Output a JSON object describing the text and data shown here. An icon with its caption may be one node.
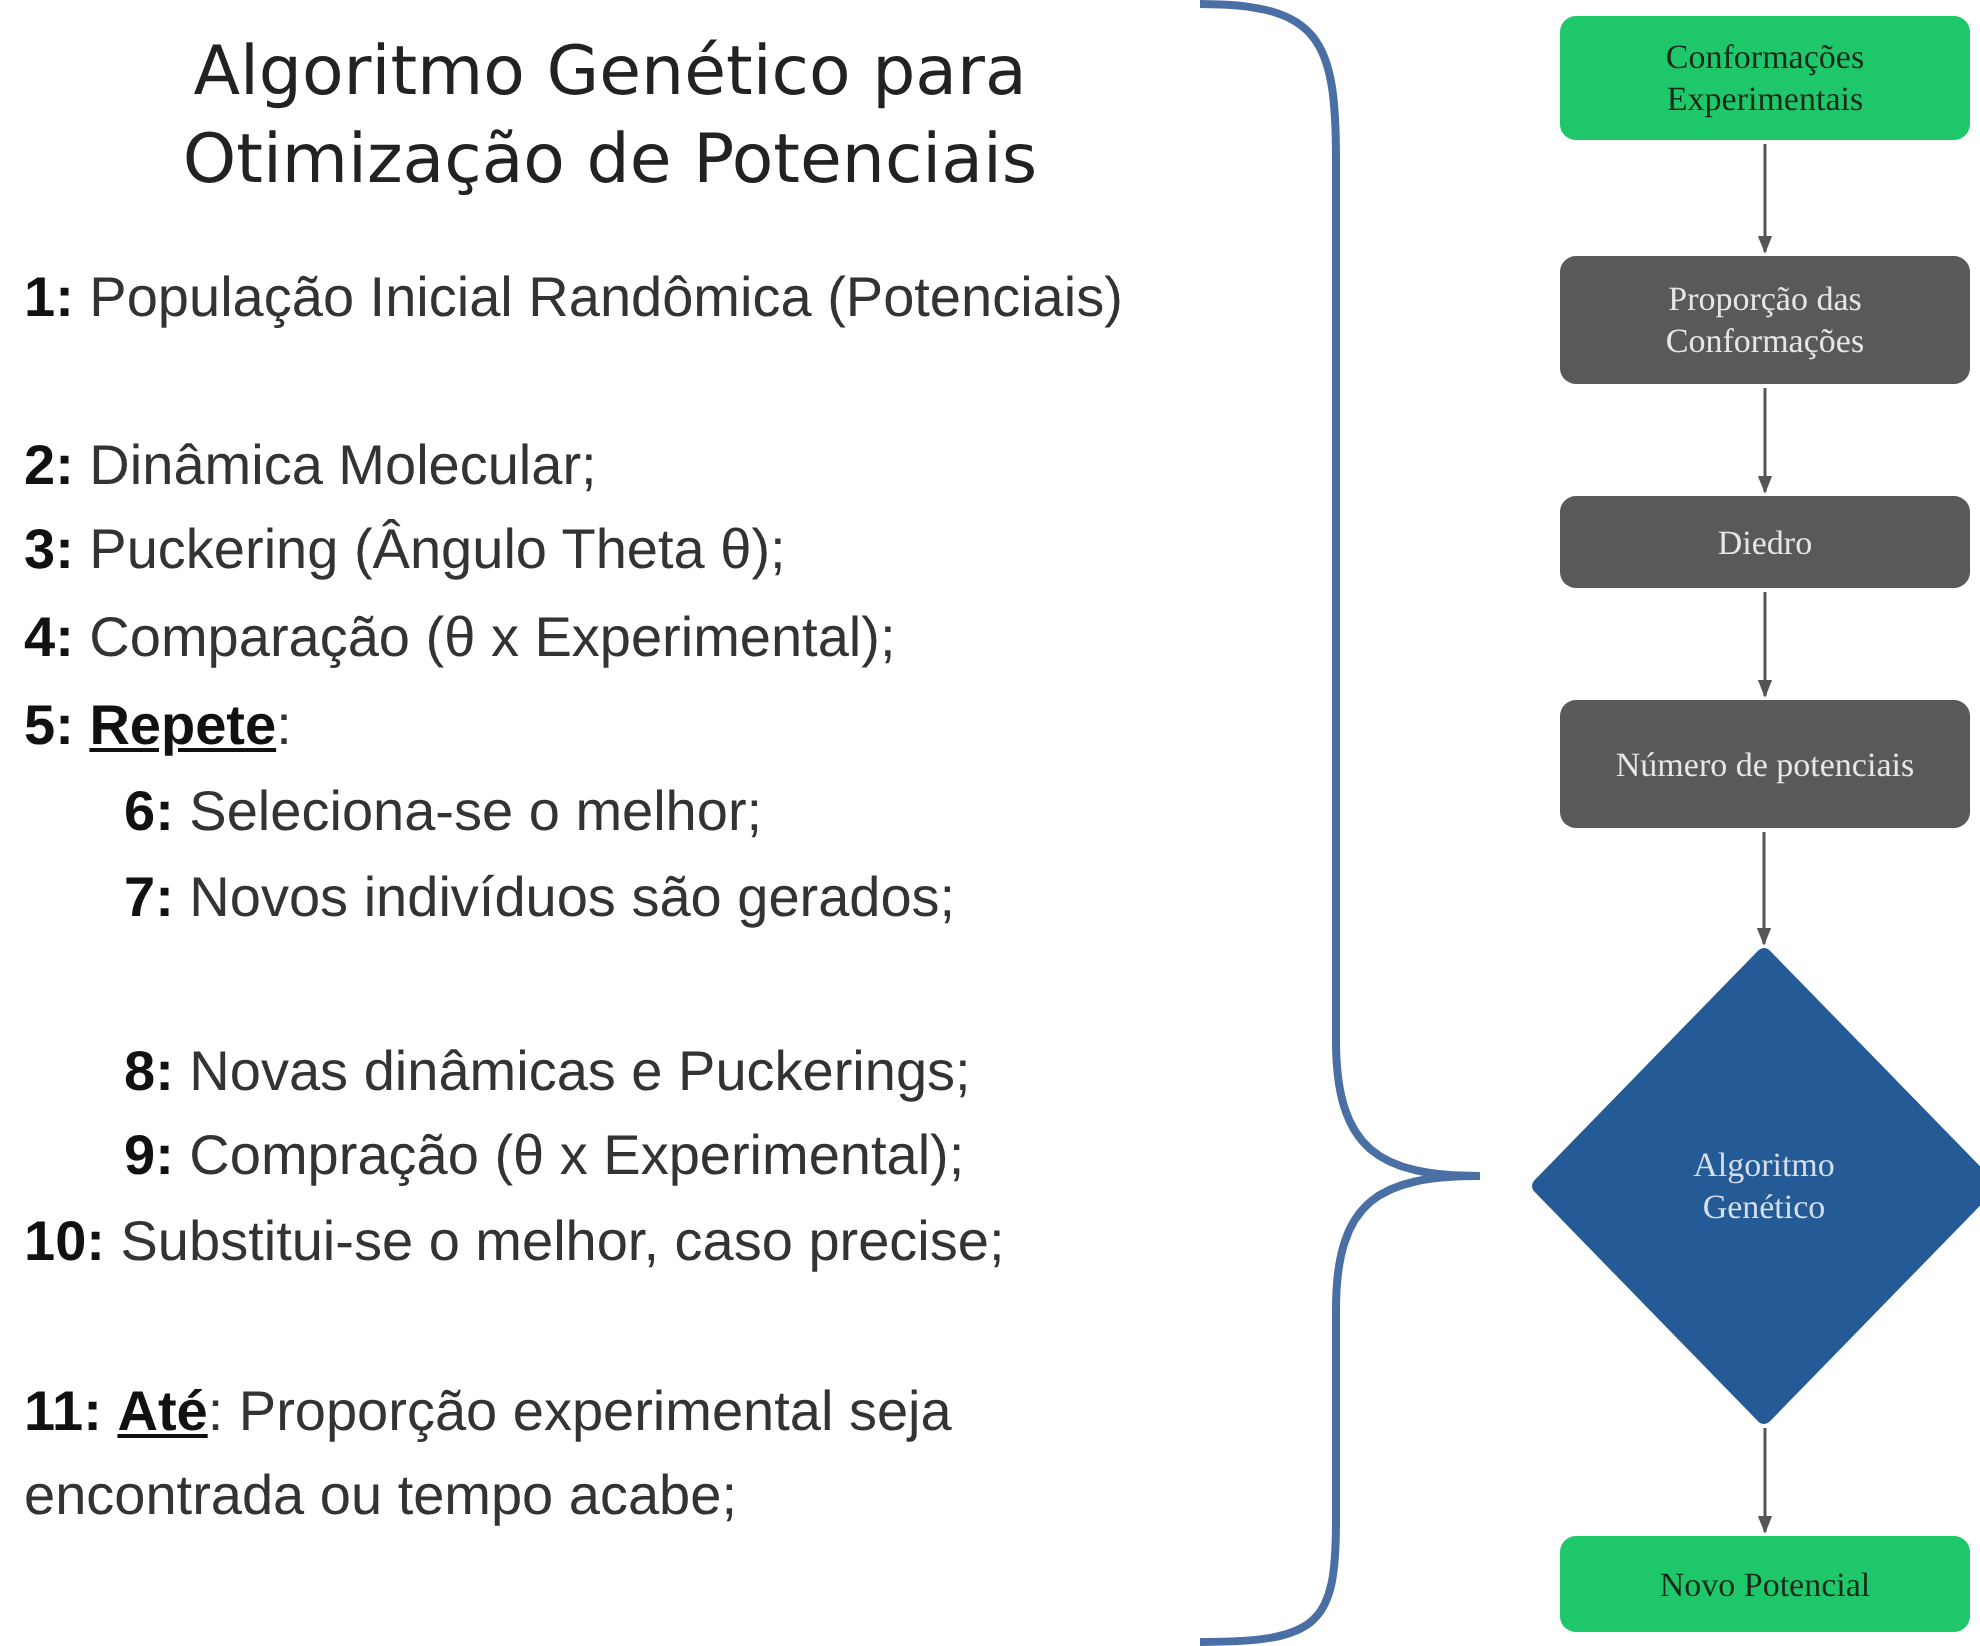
{
  "diagram": {
    "title": "Algoritmo Genético para Otimização de Potenciais",
    "nodes": [
      {
        "text": [
          "Conformações Experimentais"
        ]
      },
      {
        "text": [
          "Proporção das Conformações"
        ]
      },
      {
        "text": [
          "Diedro"
        ]
      },
      {
        "text": [
          "Número de potenciais"
        ]
      },
      {
        "text": [
          "Algoritmo Genético"
        ]
      },
      {
        "text": [
          "Novo Potencial"
        ]
      }
    ],
    "edges": [
      {
        "from": 0,
        "to": 1,
        "arrow": "to"
      },
      {
        "from": 1,
        "to": 2,
        "arrow": "to"
      },
      {
        "from": 2,
        "to": 3,
        "arrow": "to"
      },
      {
        "from": 3,
        "to": 4,
        "arrow": "to"
      },
      {
        "from": 4,
        "to": 5,
        "arrow": "to"
      }
    ],
    "labels": [
      "**1:** População Inicial Randômica (Potenciais)",
      "**2:** Dinâmica Molecular;",
      "**3:** Puckering (Ângulo Theta θ);",
      "**4:** Comparação (θ x Experimental);",
      "**5:** **Repete**:",
      "**6:** Seleciona-se o melhor;",
      "**7:** Novos indivíduos são gerados;",
      "**8:** Novas dinâmicas e Puckerings;",
      "**9:** Compração (θ x Experimental);",
      "**10:** Substitui-se o melhor, caso precise;",
      "**11:** **Até**: Proporção experimental seja encontrada ou tempo acabe;"
    ]
  }
}
